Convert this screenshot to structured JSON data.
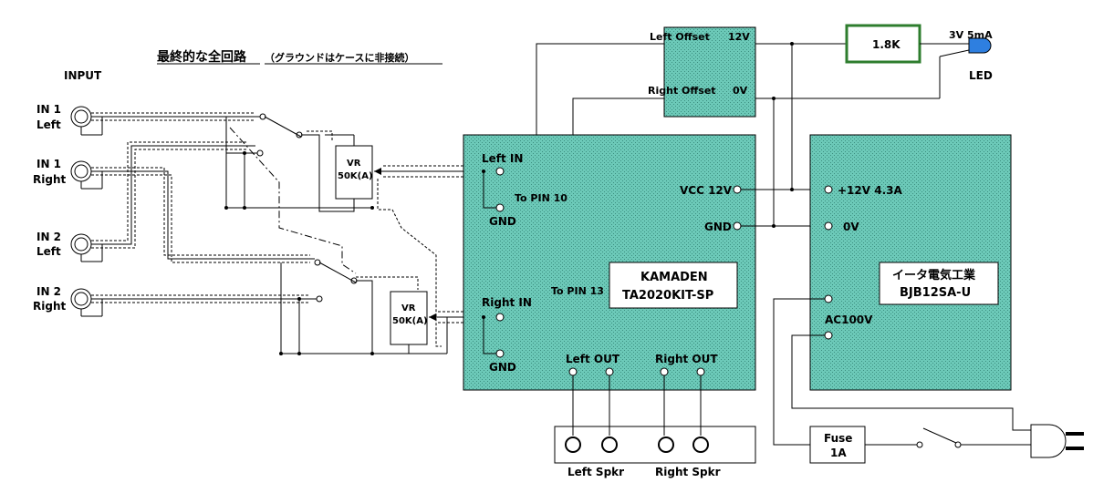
{
  "title": "最終的な全回路",
  "subtitle": "（グラウンドはケースに非接続）",
  "input_label": "INPUT",
  "inputs": [
    {
      "line1": "IN 1",
      "line2": "Left"
    },
    {
      "line1": "IN 1",
      "line2": "Right"
    },
    {
      "line1": "IN 2",
      "line2": "Left"
    },
    {
      "line1": "IN 2",
      "line2": "Right"
    }
  ],
  "vr": [
    {
      "line1": "VR",
      "line2": "50K(A)"
    },
    {
      "line1": "VR",
      "line2": "50K(A)"
    }
  ],
  "offset": {
    "left_label": "Left Offset",
    "right_label": "Right Offset",
    "v12": "12V",
    "v0": "0V"
  },
  "resistor": "1.8K",
  "led": {
    "spec": "3V 5mA",
    "label": "LED"
  },
  "amp": {
    "left_in": "Left IN",
    "right_in": "Right IN",
    "gnd1": "GND",
    "gnd2": "GND",
    "to_pin10": "To PIN 10",
    "to_pin13": "To PIN 13",
    "vcc": "VCC 12V",
    "gnd": "GND",
    "name1": "KAMADEN",
    "name2": "TA2020KIT-SP",
    "left_out": "Left OUT",
    "right_out": "Right OUT"
  },
  "psu": {
    "plus12": "+12V 4.3A",
    "zero": "0V",
    "name1": "イータ電気工業",
    "name2": "BJB12SA-U",
    "ac": "AC100V"
  },
  "speakers": {
    "left": "Left Spkr",
    "right": "Right Spkr"
  },
  "fuse": {
    "line1": "Fuse",
    "line2": "1A"
  }
}
